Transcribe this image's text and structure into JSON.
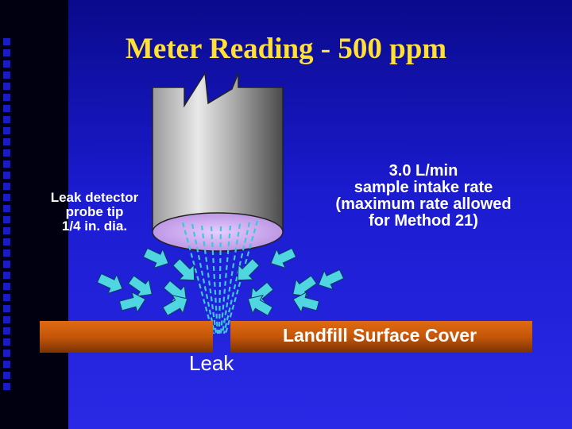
{
  "slide": {
    "title": "Meter Reading - 500 ppm",
    "probe_label": [
      "Leak detector",
      "probe tip",
      "1/4 in. dia."
    ],
    "rate_label": [
      "3.0 L/min",
      "sample intake rate",
      "(maximum rate allowed",
      "for Method 21)"
    ],
    "surface_label": "Landfill Surface Cover",
    "leak_label": "Leak"
  },
  "colors": {
    "background": "#1b1bd0",
    "title": "#ffe033",
    "surface": "#c4560a",
    "probe_tip": "#c9a3ec",
    "arrows": "#4fd6e0"
  }
}
